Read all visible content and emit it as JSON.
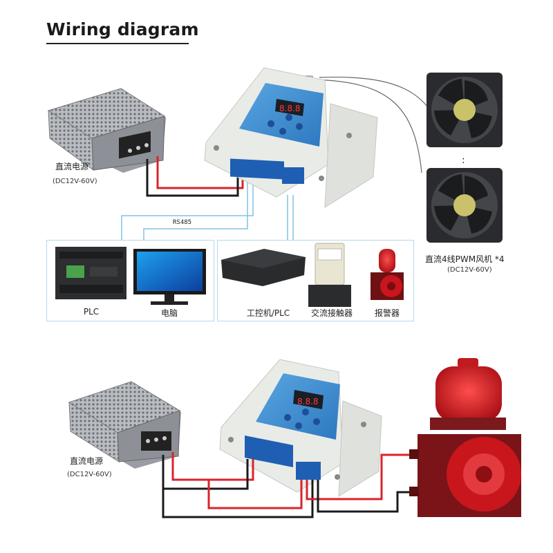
{
  "title": "Wiring diagram",
  "top": {
    "power_supply_label": "直流电源",
    "power_supply_range": "(DC12V-60V)",
    "fan_label": "直流4线PWM风机 *4",
    "fan_range": "(DC12V-60V)",
    "fan_separator": ":",
    "rs485_label": "RS485",
    "devices": [
      "PLC",
      "电脑",
      "工控机/PLC",
      "交流接触器",
      "报警器"
    ]
  },
  "bottom": {
    "power_supply_label": "直流电源",
    "power_supply_range": "(DC12V-60V)"
  },
  "colors": {
    "wire_red": "#d8242b",
    "wire_black": "#1a1a1a",
    "wire_blue": "#7fc3e3",
    "controller_face": "#3b8fd1",
    "terminal_blue": "#1f5fb3",
    "box_border": "#b7d8ea"
  }
}
